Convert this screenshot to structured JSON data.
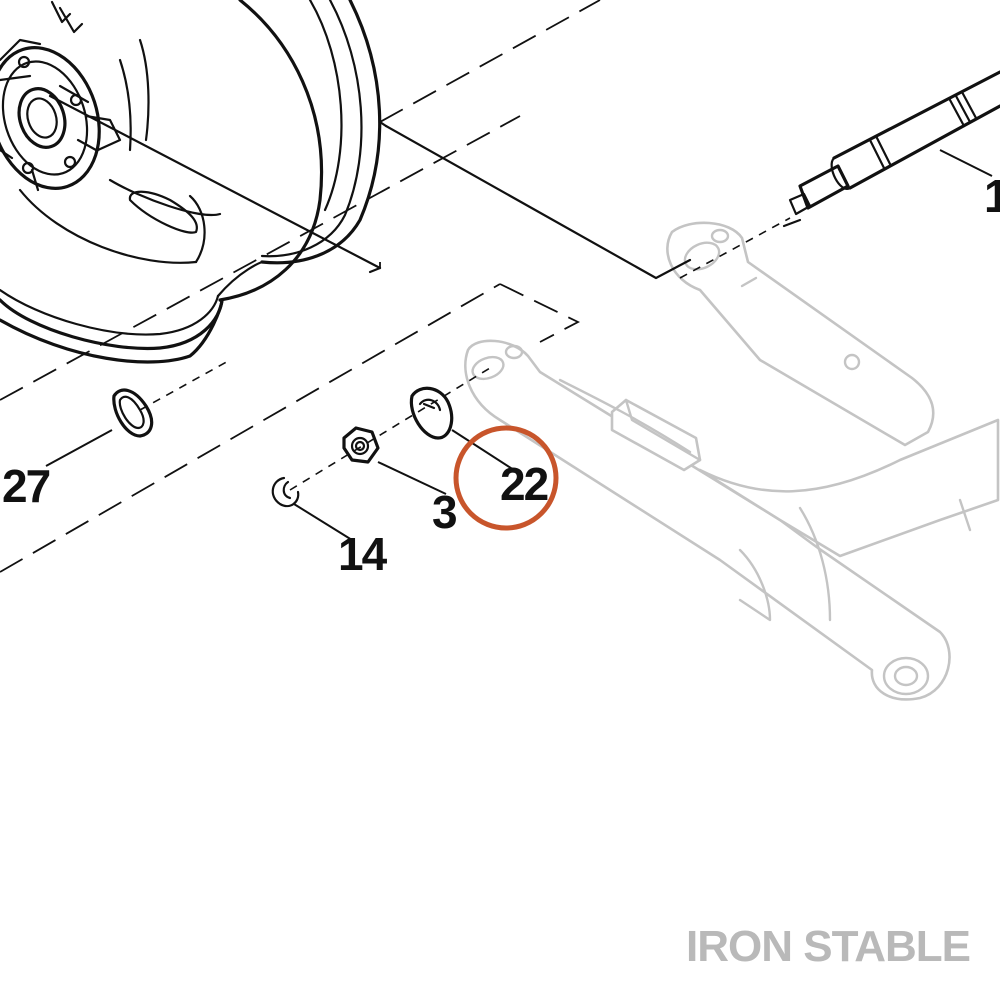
{
  "diagram": {
    "callouts": {
      "c22": "22",
      "c3": "3",
      "c14": "14",
      "c27": "27",
      "c1": "1"
    },
    "highlight_color": "#c8552b",
    "watermark": "IRON STABLE"
  }
}
